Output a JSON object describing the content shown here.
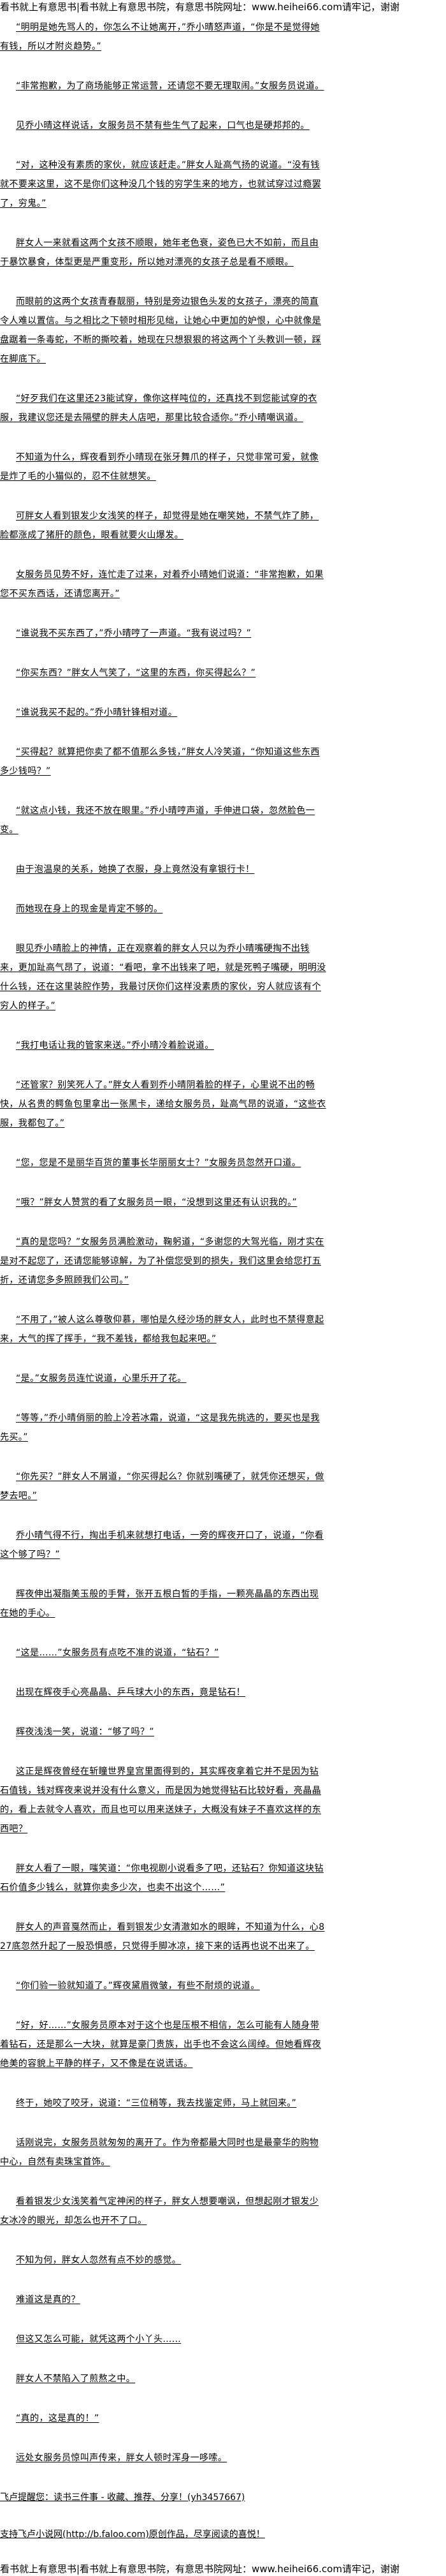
{
  "banner": "看书就上有意思书|看书就上有意思书院，有意思书院网址：www.heihei66.com请牢记，谢谢",
  "paragraphs": [
    "“明明是她先骂人的，你怎么不让她离开，”乔小晴怒声道，“你是不是觉得她有钱，所以才附炎趋势。”",
    "“非常抱歉，为了商场能够正常运营，还请您不要无理取闹。”女服务员说道。",
    "见乔小晴这样说话，女服务员不禁有些生气了起来，口气也是硬邦邦的。",
    "“对，这种没有素质的家伙，就应该赶走。”胖女人趾高气扬的说道。“没有钱就不要来这里，这不是你们这种没几个钱的穷学生来的地方，也就试穿过过瘾罢了，穷鬼。”",
    "胖女人一来就看这两个女孩不顺眼，她年老色衰，姿色已大不如前，而且由于暴饮暴食，体型更是严重变形，所以她对漂亮的女孩子总是看不顺眼。",
    "而眼前的这两个女孩青春靓丽，特别是旁边银色头发的女孩子，漂亮的简直令人难以置信。与之相比之下顿时相形见绌，让她心中更加的妒恨，心中就像是盘踞着一条毒蛇，不断的撕咬着，她现在只想狠狠的将这两个丫头教训一顿，踩在脚底下。",
    "“好歹我们在这里还23能试穿，像你这样吨位的，还真找不到您能试穿的衣服，我建议您还是去隔壁的胖夫人店吧，那里比较合适你。”乔小晴嘲讽道。",
    "不知道为什么，辉夜看到乔小晴现在张牙舞爪的样子，只觉非常可爱，就像是炸了毛的小猫似的，忍不住就想笑。",
    "可胖女人看到银发少女浅笑的样子，却觉得是她在嘲笑她，不禁气炸了肺，脸都涨成了猪肝的颜色，眼看就要火山爆发。",
    "女服务员见势不好，连忙走了过来，对着乔小晴她们说道：“非常抱歉，如果您不买东西话，还请您离开。”",
    "“谁说我不买东西了，”乔小晴哼了一声道。“我有说过吗？”",
    "“你买东西？”胖女人气笑了，“这里的东西，你买得起么？”",
    "“谁说我买不起的。”乔小晴针锋相对道。",
    "“买得起？就算把你卖了都不值那么多钱，”胖女人冷笑道，“你知道这些东西多少钱吗？”",
    "“就这点小钱，我还不放在眼里。”乔小晴哼声道，手伸进口袋，忽然脸色一变。",
    "由于泡温泉的关系，她换了衣服，身上竟然没有拿银行卡！",
    "而她现在身上的现金是肯定不够的。",
    "眼见乔小晴脸上的神情，正在观察着的胖女人只以为乔小晴嘴硬掏不出钱来，更加趾高气昂了，说道：“看吧，拿不出钱来了吧，就是死鸭子嘴硬，明明没什么钱，还在这里装腔作势，我最讨厌你们这样没素质的家伙，穷人就应该有个穷人的样子。”",
    "“我打电话让我的管家来送。”乔小晴冷着脸说道。",
    "“还管家？别笑死人了。”胖女人看到乔小晴阴着脸的样子，心里说不出的畅快，从名贵的鳄鱼包里拿出一张黑卡，递给女服务员，趾高气昂的说道，“这些衣服，我都包了。”",
    "“您，您是不是丽华百货的董事长华丽丽女士？”女服务员忽然开口道。",
    "“哦？”胖女人赞赏的看了女服务员一眼，“没想到这里还有认识我的。”",
    "“真的是您吗？”女服务员满脸激动，鞠躬道，“多谢您的大驾光临，刚才实在是对不起您了，还请您能够谅解，为了补偿您受到的损失，我们这里会给您打五折，还请您多多照顾我们公司。”",
    "“不用了，”被人这么尊敬仰慕，哪怕是久经沙场的胖女人，此时也不禁得意起来，大气的挥了挥手，“我不差钱，都给我包起来吧。”",
    "“是。”女服务员连忙说道，心里乐开了花。",
    "“等等，”乔小晴俏丽的脸上冷若冰霜，说道，“这是我先挑选的，要买也是我先买。”",
    "“你先买？”胖女人不屑道，“你买得起么？你就别嘴硬了，就凭你还想买，做梦去吧。”",
    "乔小晴气得不行，掏出手机来就想打电话，一旁的辉夜开口了，说道，“你看这个够了吗？”",
    "辉夜伸出凝脂美玉般的手臂，张开五根白皙的手指，一颗亮晶晶的东西出现在她的手心。",
    "“这是……”女服务员有点吃不准的说道，“钻石？”",
    "出现在辉夜手心亮晶晶、乒乓球大小的东西，竟是钻石！",
    "辉夜浅浅一笑，说道：“够了吗？”",
    "这正是辉夜曾经在斩瞳世界皇宫里面得到的，其实辉夜拿着它并不是因为钻石值钱，钱对辉夜来说并没有什么意义，而是因为她觉得钻石比较好看，亮晶晶的，看上去就令人喜欢，而且也可以用来送妹子，大概没有妹子不喜欢这样的东西吧？",
    "胖女人看了一眼，嗤笑道：“你电视剧小说看多了吧，还钻石？你知道这块钻石价值多少钱么，就算你卖多少次，也卖不出这个……”",
    "胖女人的声音戛然而止，看到银发少女清澈如水的眼眸，不知道为什么，心827底忽然升起了一股恐惧感，只觉得手脚冰凉，接下来的话再也说不出来了。",
    "“你们验一验就知道了。”辉夜黛眉微皱，有些不耐烦的说道。",
    "“好，好……”女服务员原本对于这个也是压根不相信，怎么可能有人随身带着钻石，还是那么一大块，就算是豪门贵族，出手也不会这么阔绰。但她看辉夜绝美的容貌上平静的样子，又不像是在说谎话。",
    "终于，她咬了咬牙，说道：“三位稍等，我去找鉴定师，马上就回来。”",
    "话刚说完，女服务员就匆匆的离开了。作为帝都最大同时也是最豪华的购物中心，自然有卖珠宝首饰。",
    "看着银发少女浅笑着气定神闲的样子，胖女人想要嘲讽，但想起刚才银发少女冰冷的眼光，却怎么也开不了口。",
    "不知为何，胖女人忽然有点不妙的感觉。",
    "难道这是真的？",
    "但这又怎么可能，就凭这两个小丫头……",
    "胖女人不禁陷入了煎熬之中。",
    "“真的，这是真的！”",
    "远处女服务员惊叫声传来，胖女人顿时浑身一哆嗦。"
  ],
  "footer": {
    "reminder": "飞卢提醒您：读书三件事 - 收藏、推荐、分享！(yh3457667)",
    "support": "支持飞卢小说网(http://b.faloo.com)原创作品，尽享阅读的喜悦！"
  }
}
